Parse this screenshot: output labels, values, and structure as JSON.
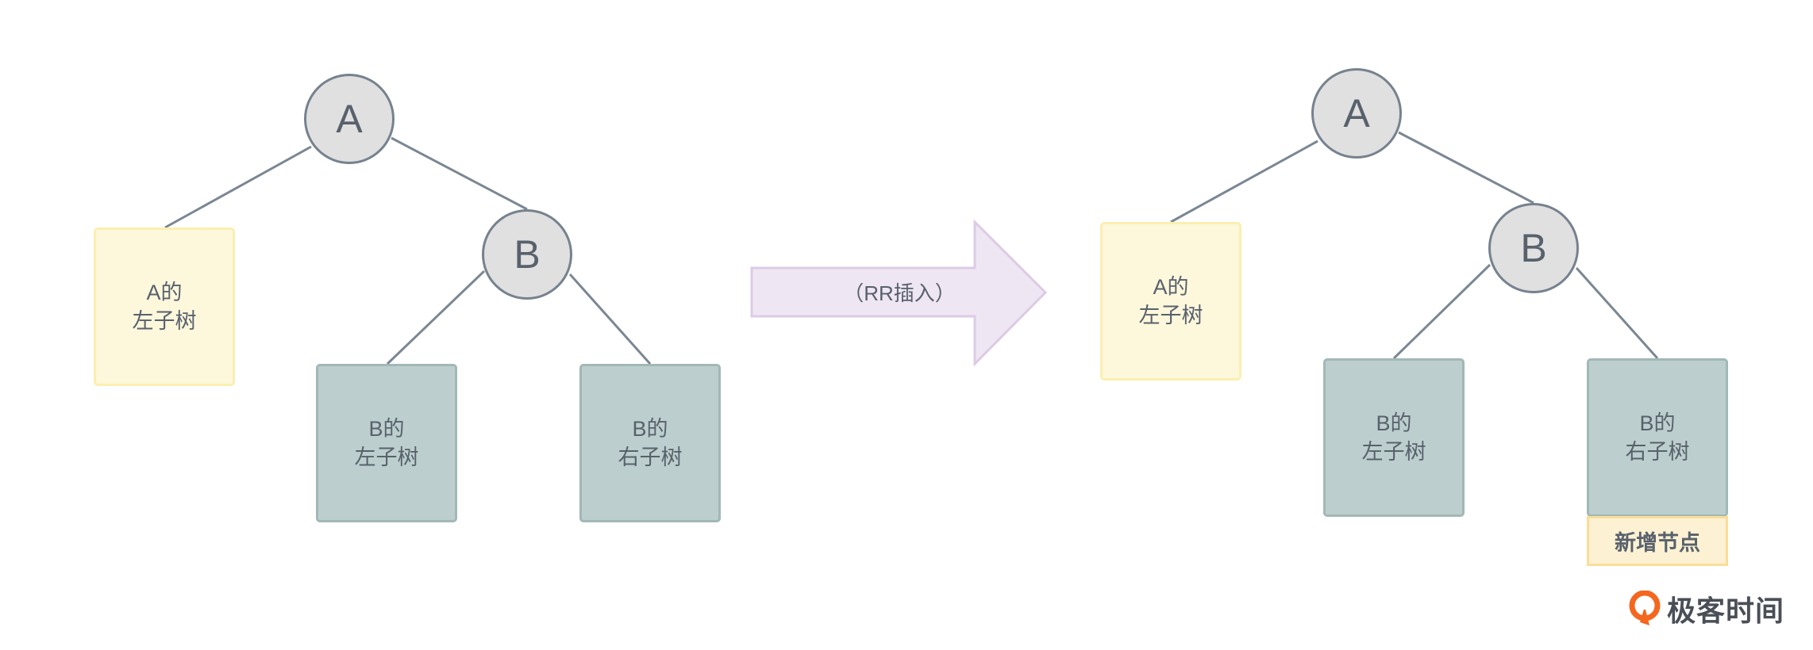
{
  "left_tree": {
    "root": "A",
    "child": "B",
    "a_left": [
      "A的",
      "左子树"
    ],
    "b_left": [
      "B的",
      "左子树"
    ],
    "b_right": [
      "B的",
      "右子树"
    ]
  },
  "arrow": {
    "label": "（RR插入）"
  },
  "right_tree": {
    "root": "A",
    "child": "B",
    "a_left": [
      "A的",
      "左子树"
    ],
    "b_left": [
      "B的",
      "左子树"
    ],
    "b_right": [
      "B的",
      "右子树"
    ],
    "new_node": "新增节点"
  },
  "logo": {
    "text": "极客时间",
    "icon": "geektime-logo-icon"
  },
  "colors": {
    "node_fill": "#e0e0e0",
    "edge": "#76828e",
    "yellow": "#fdf7dc",
    "teal": "#bccfce",
    "arrow_fill": "#efe6f3",
    "brand": "#f5661f"
  }
}
